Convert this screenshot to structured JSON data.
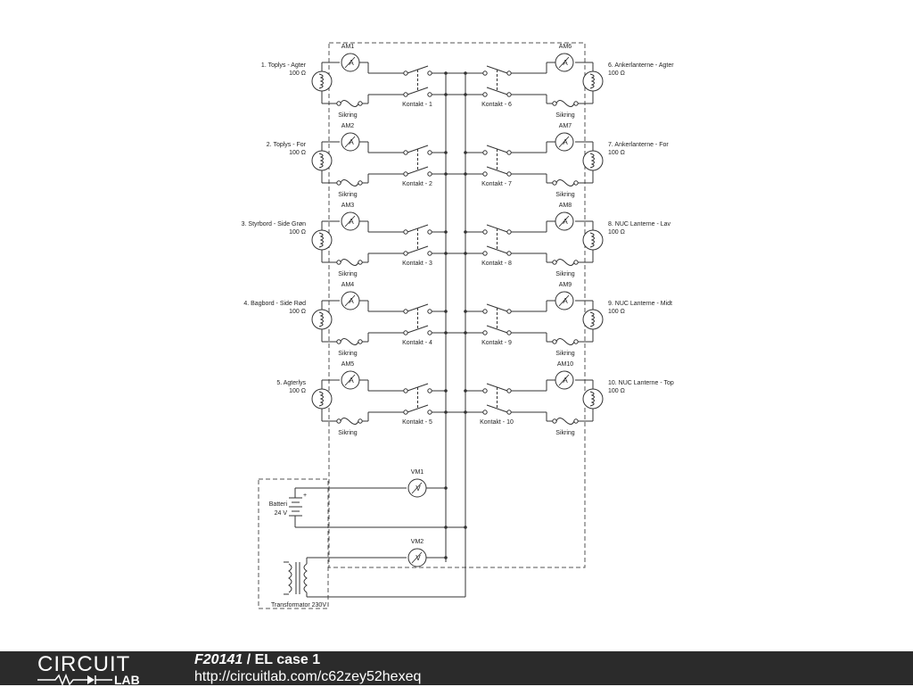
{
  "left_circuits": [
    {
      "load": "1. Toplys - Agter",
      "resistance": "100 Ω",
      "meter": "AM1",
      "fuse": "Sikring",
      "switch": "Kontakt - 1"
    },
    {
      "load": "2. Toplys - For",
      "resistance": "100 Ω",
      "meter": "AM2",
      "fuse": "Sikring",
      "switch": "Kontakt - 2"
    },
    {
      "load": "3. Styrbord - Side Grøn",
      "resistance": "100 Ω",
      "meter": "AM3",
      "fuse": "Sikring",
      "switch": "Kontakt - 3"
    },
    {
      "load": "4. Bagbord - Side Rød",
      "resistance": "100 Ω",
      "meter": "AM4",
      "fuse": "Sikring",
      "switch": "Kontakt - 4"
    },
    {
      "load": "5. Agterlys",
      "resistance": "100 Ω",
      "meter": "AM5",
      "fuse": "Sikring",
      "switch": "Kontakt - 5"
    }
  ],
  "right_circuits": [
    {
      "load": "6. Ankerlanterne - Agter",
      "resistance": "100 Ω",
      "meter": "AM6",
      "fuse": "Sikring",
      "switch": "Kontakt - 6"
    },
    {
      "load": "7. Ankerlanterne - For",
      "resistance": "100 Ω",
      "meter": "AM7",
      "fuse": "Sikring",
      "switch": "Kontakt - 7"
    },
    {
      "load": "8. NUC Lanterne - Lav",
      "resistance": "100 Ω",
      "meter": "AM8",
      "fuse": "Sikring",
      "switch": "Kontakt - 8"
    },
    {
      "load": "9. NUC Lanterne - Midt",
      "resistance": "100 Ω",
      "meter": "AM9",
      "fuse": "Sikring",
      "switch": "Kontakt - 9"
    },
    {
      "load": "10. NUC Lanterne - Top",
      "resistance": "100 Ω",
      "meter": "AM10",
      "fuse": "Sikring",
      "switch": "Kontakt - 10"
    }
  ],
  "voltmeters": [
    "VM1",
    "VM2"
  ],
  "battery": {
    "label": "Batteri",
    "voltage": "24 V",
    "plus": "+"
  },
  "transformer": {
    "label": "Transformator 230V"
  },
  "meter_symbols": {
    "ammeter": "A",
    "voltmeter": "V"
  },
  "footer": {
    "logo_top": "CIRCUIT",
    "logo_bottom": "LAB",
    "circuit_id": "F20141",
    "separator": " / ",
    "title": "EL case 1",
    "url": "http://circuitlab.com/c62zey52hexeq"
  },
  "colors": {
    "wire": "#333333",
    "dashed_box": "#555555",
    "footer_bg": "#2b2b2b",
    "footer_text": "#ffffff"
  }
}
